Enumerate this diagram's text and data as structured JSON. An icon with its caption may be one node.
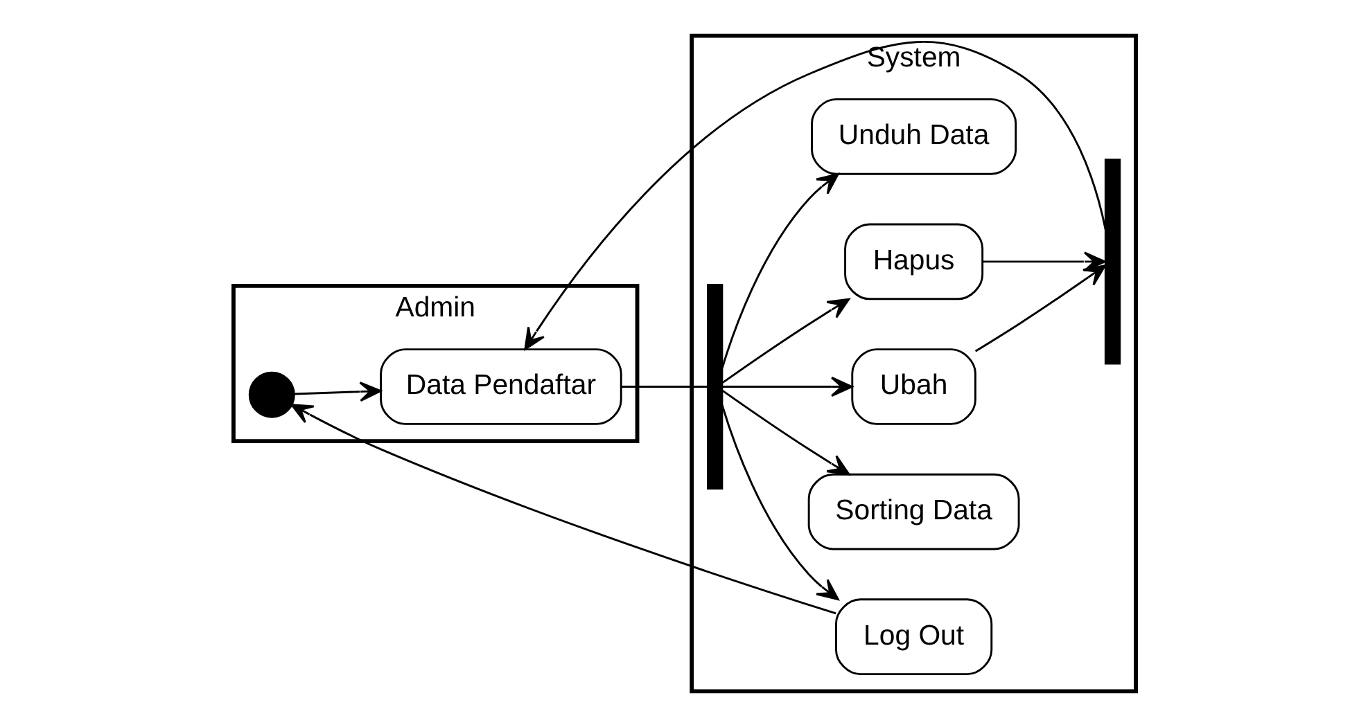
{
  "diagram": {
    "nodes": [
      {
        "text": [
          "Admin"
        ]
      },
      {
        "text": [
          "System"
        ]
      },
      {
        "text": [],
        "shape": "circle",
        "in": 0
      },
      {
        "text": [
          "Data Pendaftar"
        ],
        "in": 0
      },
      {
        "text": [
          "Unduh Data"
        ],
        "in": 1
      },
      {
        "text": [],
        "shape": "bar",
        "in": 1
      },
      {
        "text": [
          "Sorting Data"
        ],
        "in": 1
      },
      {
        "text": [
          "Ubah"
        ],
        "in": 1
      },
      {
        "text": [
          "Hapus"
        ],
        "in": 1
      },
      {
        "text": [],
        "shape": "bar",
        "in": 1
      },
      {
        "text": [
          "Log Out"
        ],
        "in": 1
      }
    ],
    "edges": [
      {
        "from": 2,
        "to": 3,
        "arrow": "to"
      },
      {
        "from": 3,
        "to": 5,
        "arrow": "none"
      },
      {
        "from": 5,
        "to": 4,
        "arrow": "to"
      },
      {
        "from": 5,
        "to": 6,
        "arrow": "to"
      },
      {
        "from": 5,
        "to": 7,
        "arrow": "to"
      },
      {
        "from": 5,
        "to": 8,
        "arrow": "to"
      },
      {
        "from": 7,
        "to": 9,
        "arrow": "to"
      },
      {
        "from": 8,
        "to": 9,
        "arrow": "to"
      },
      {
        "from": 9,
        "to": 3,
        "arrow": "to"
      },
      {
        "from": 5,
        "to": 10,
        "arrow": "to"
      },
      {
        "from": 10,
        "to": 2,
        "arrow": "to"
      }
    ]
  }
}
